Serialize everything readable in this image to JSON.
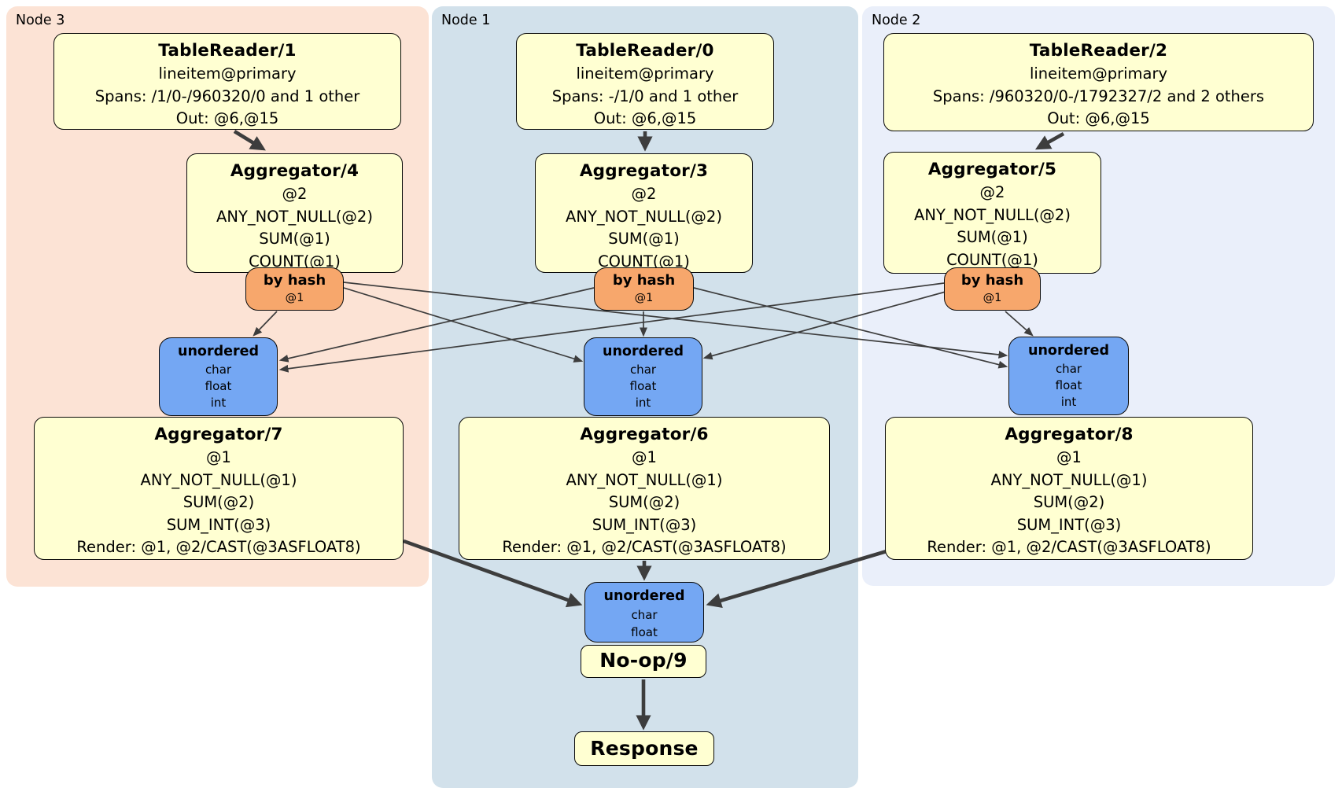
{
  "regions": [
    {
      "label": "Node 3"
    },
    {
      "label": "Node 1"
    },
    {
      "label": "Node 2"
    }
  ],
  "processors": {
    "tablereader1": {
      "title": "TableReader/1",
      "lines": [
        "lineitem@primary",
        "Spans: /1/0-/960320/0 and 1 other",
        "Out: @6,@15"
      ]
    },
    "tablereader0": {
      "title": "TableReader/0",
      "lines": [
        "lineitem@primary",
        "Spans: -/1/0 and 1 other",
        "Out: @6,@15"
      ]
    },
    "tablereader2": {
      "title": "TableReader/2",
      "lines": [
        "lineitem@primary",
        "Spans: /960320/0-/1792327/2 and 2 others",
        "Out: @6,@15"
      ]
    },
    "aggregator4": {
      "title": "Aggregator/4",
      "lines": [
        "@2",
        "ANY_NOT_NULL(@2)",
        "SUM(@1)",
        "COUNT(@1)"
      ]
    },
    "aggregator3": {
      "title": "Aggregator/3",
      "lines": [
        "@2",
        "ANY_NOT_NULL(@2)",
        "SUM(@1)",
        "COUNT(@1)"
      ]
    },
    "aggregator5": {
      "title": "Aggregator/5",
      "lines": [
        "@2",
        "ANY_NOT_NULL(@2)",
        "SUM(@1)",
        "COUNT(@1)"
      ]
    },
    "aggregator7": {
      "title": "Aggregator/7",
      "lines": [
        "@1",
        "ANY_NOT_NULL(@1)",
        "SUM(@2)",
        "SUM_INT(@3)",
        "Render: @1, @2/CAST(@3ASFLOAT8)"
      ]
    },
    "aggregator6": {
      "title": "Aggregator/6",
      "lines": [
        "@1",
        "ANY_NOT_NULL(@1)",
        "SUM(@2)",
        "SUM_INT(@3)",
        "Render: @1, @2/CAST(@3ASFLOAT8)"
      ]
    },
    "aggregator8": {
      "title": "Aggregator/8",
      "lines": [
        "@1",
        "ANY_NOT_NULL(@1)",
        "SUM(@2)",
        "SUM_INT(@3)",
        "Render: @1, @2/CAST(@3ASFLOAT8)"
      ]
    },
    "noop9": {
      "title": "No-op/9"
    },
    "response": {
      "title": "Response"
    }
  },
  "routers": {
    "hash_node3": {
      "title": "by hash",
      "detail": "@1"
    },
    "hash_node1": {
      "title": "by hash",
      "detail": "@1"
    },
    "hash_node2": {
      "title": "by hash",
      "detail": "@1"
    }
  },
  "streams": {
    "unordered_node3": {
      "title": "unordered",
      "types": [
        "char",
        "float",
        "int"
      ]
    },
    "unordered_node1": {
      "title": "unordered",
      "types": [
        "char",
        "float",
        "int"
      ]
    },
    "unordered_node2": {
      "title": "unordered",
      "types": [
        "char",
        "float",
        "int"
      ]
    },
    "unordered_final": {
      "title": "unordered",
      "types": [
        "char",
        "float"
      ]
    }
  },
  "colors": {
    "node3_bg": "#fce3d5",
    "node1_bg": "#d2e1eb",
    "node2_bg": "#eaeffa",
    "processor_fill": "#ffffd2",
    "router_fill": "#f7a76c",
    "stream_fill": "#74a7f3",
    "edge": "#3d3d3d"
  }
}
